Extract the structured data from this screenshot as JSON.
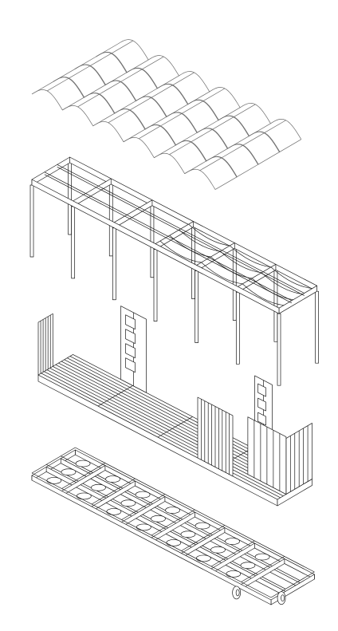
{
  "diagram": {
    "type": "exploded-axonometric",
    "colors": {
      "background": "#ffffff",
      "line": "#1a1a1a",
      "light_line": "#6a6a6a",
      "fill": "#ffffff"
    },
    "layers": [
      {
        "id": "roof",
        "component": "corrugated-roof-sheets",
        "sheets": 4,
        "waves_per_sheet": 6
      },
      {
        "id": "frame",
        "component": "timber-frame",
        "bays": 6,
        "posts_per_side": 7
      },
      {
        "id": "deck",
        "component": "floor-deck-with-wall-panels",
        "wall_panels": 5,
        "doors": 2
      },
      {
        "id": "base",
        "component": "base-frame-with-wheels",
        "cross_members": 7,
        "wheels": 2
      }
    ]
  }
}
